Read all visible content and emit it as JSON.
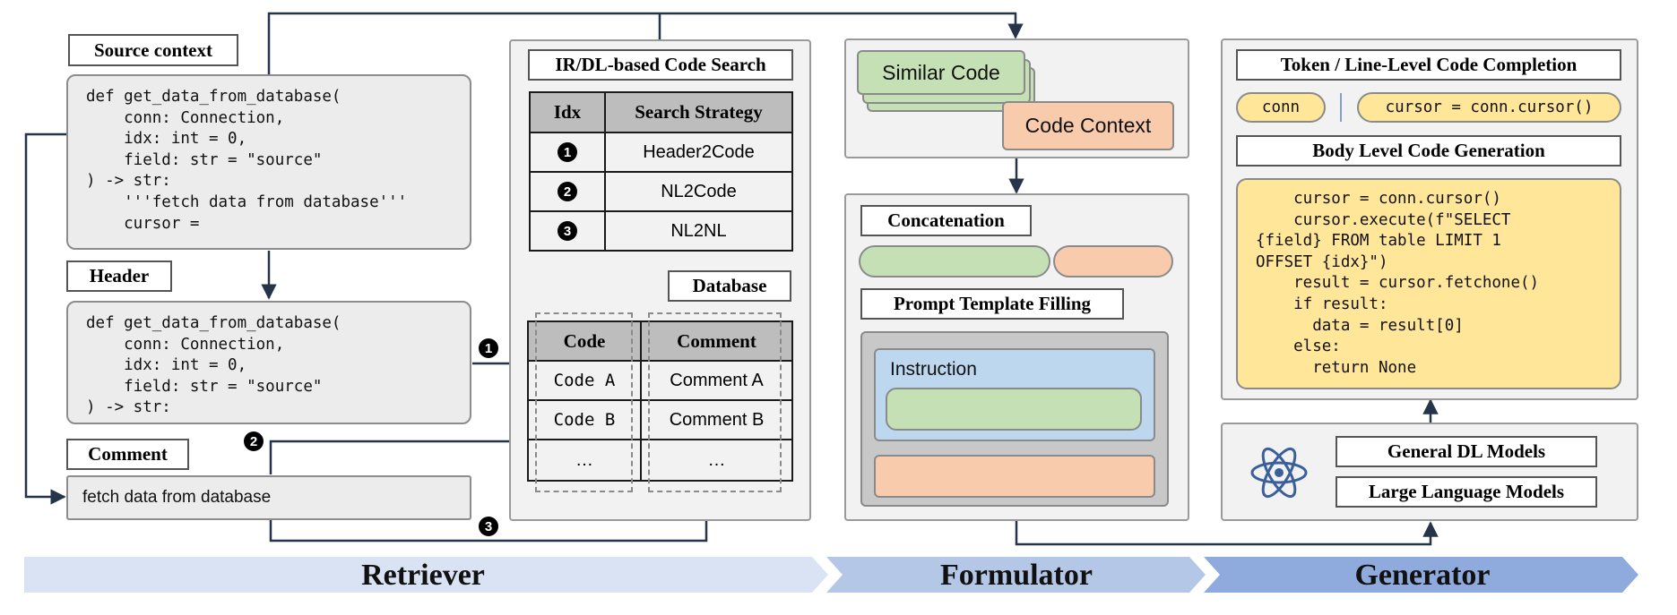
{
  "retriever": {
    "source_context_label": "Source context",
    "source_code": "def get_data_from_database(\n    conn: Connection,\n    idx: int = 0,\n    field: str = \"source\"\n) -> str:\n    '''fetch data from database'''\n    cursor =",
    "header_label": "Header",
    "header_code": "def get_data_from_database(\n    conn: Connection,\n    idx: int = 0,\n    field: str = \"source\"\n) -> str:",
    "comment_label": "Comment",
    "comment_text": "fetch data from database",
    "search_title": "IR/DL-based Code Search",
    "strategy_headers": [
      "Idx",
      "Search Strategy"
    ],
    "strategies": [
      {
        "idx": "1",
        "name": "Header2Code"
      },
      {
        "idx": "2",
        "name": "NL2Code"
      },
      {
        "idx": "3",
        "name": "NL2NL"
      }
    ],
    "database_label": "Database",
    "db_headers": [
      "Code",
      "Comment"
    ],
    "db_rows": [
      {
        "code": "Code A",
        "comment": "Comment A"
      },
      {
        "code": "Code B",
        "comment": "Comment B"
      },
      {
        "code": "…",
        "comment": "…"
      }
    ],
    "arrow_markers": [
      "1",
      "2",
      "3"
    ]
  },
  "formulator": {
    "similar_code": "Similar Code",
    "code_context": "Code Context",
    "concatenation_label": "Concatenation",
    "prompt_label": "Prompt Template Filling",
    "instruction_label": "Instruction"
  },
  "generator": {
    "completion_label": "Token / Line-Level Code Completion",
    "token_completion": "conn",
    "line_completion": "cursor = conn.cursor()",
    "body_label": "Body Level Code Generation",
    "body_code": "    cursor = conn.cursor()\n    cursor.execute(f\"SELECT\n{field} FROM table LIMIT 1\nOFFSET {idx}\")\n    result = cursor.fetchone()\n    if result:\n      data = result[0]\n    else:\n      return None",
    "model_general": "General DL Models",
    "model_llm": "Large Language Models",
    "model_icon": "atom-icon"
  },
  "stages": [
    "Retriever",
    "Formulator",
    "Generator"
  ],
  "colors": {
    "green": "#c5e0b4",
    "orange": "#f8cbad",
    "blue": "#bdd7ee",
    "yellow": "#ffe699",
    "arrow": "#26344a",
    "stage1": "#dae3f3",
    "stage2": "#b4c7e7",
    "stage3": "#8faadc"
  }
}
